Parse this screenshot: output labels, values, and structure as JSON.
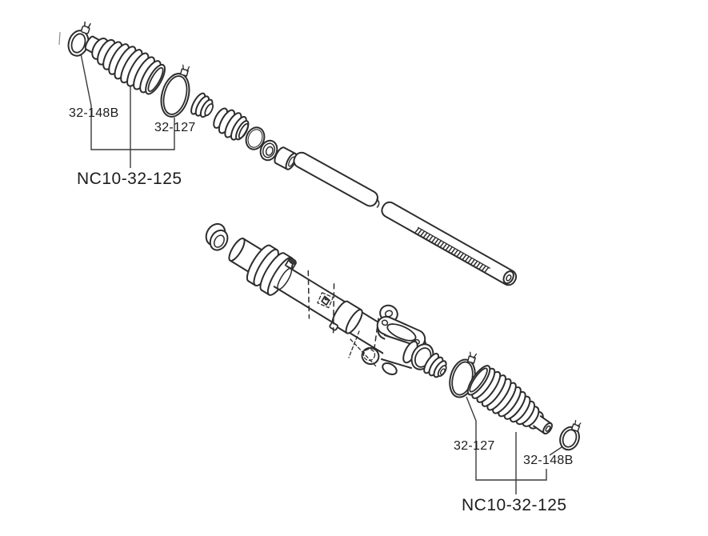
{
  "colors": {
    "background": "#ffffff",
    "line": "#2d2d2d",
    "leader": "#3a3a3a",
    "text": "#1c1c1c"
  },
  "callouts": {
    "upper_kit": {
      "band_clamp": "32-148B",
      "wire_clamp": "32-127",
      "boot_kit": "NC10-32-125"
    },
    "lower_kit": {
      "wire_clamp": "32-127",
      "band_clamp": "32-148B",
      "boot_kit": "NC10-32-125"
    }
  }
}
